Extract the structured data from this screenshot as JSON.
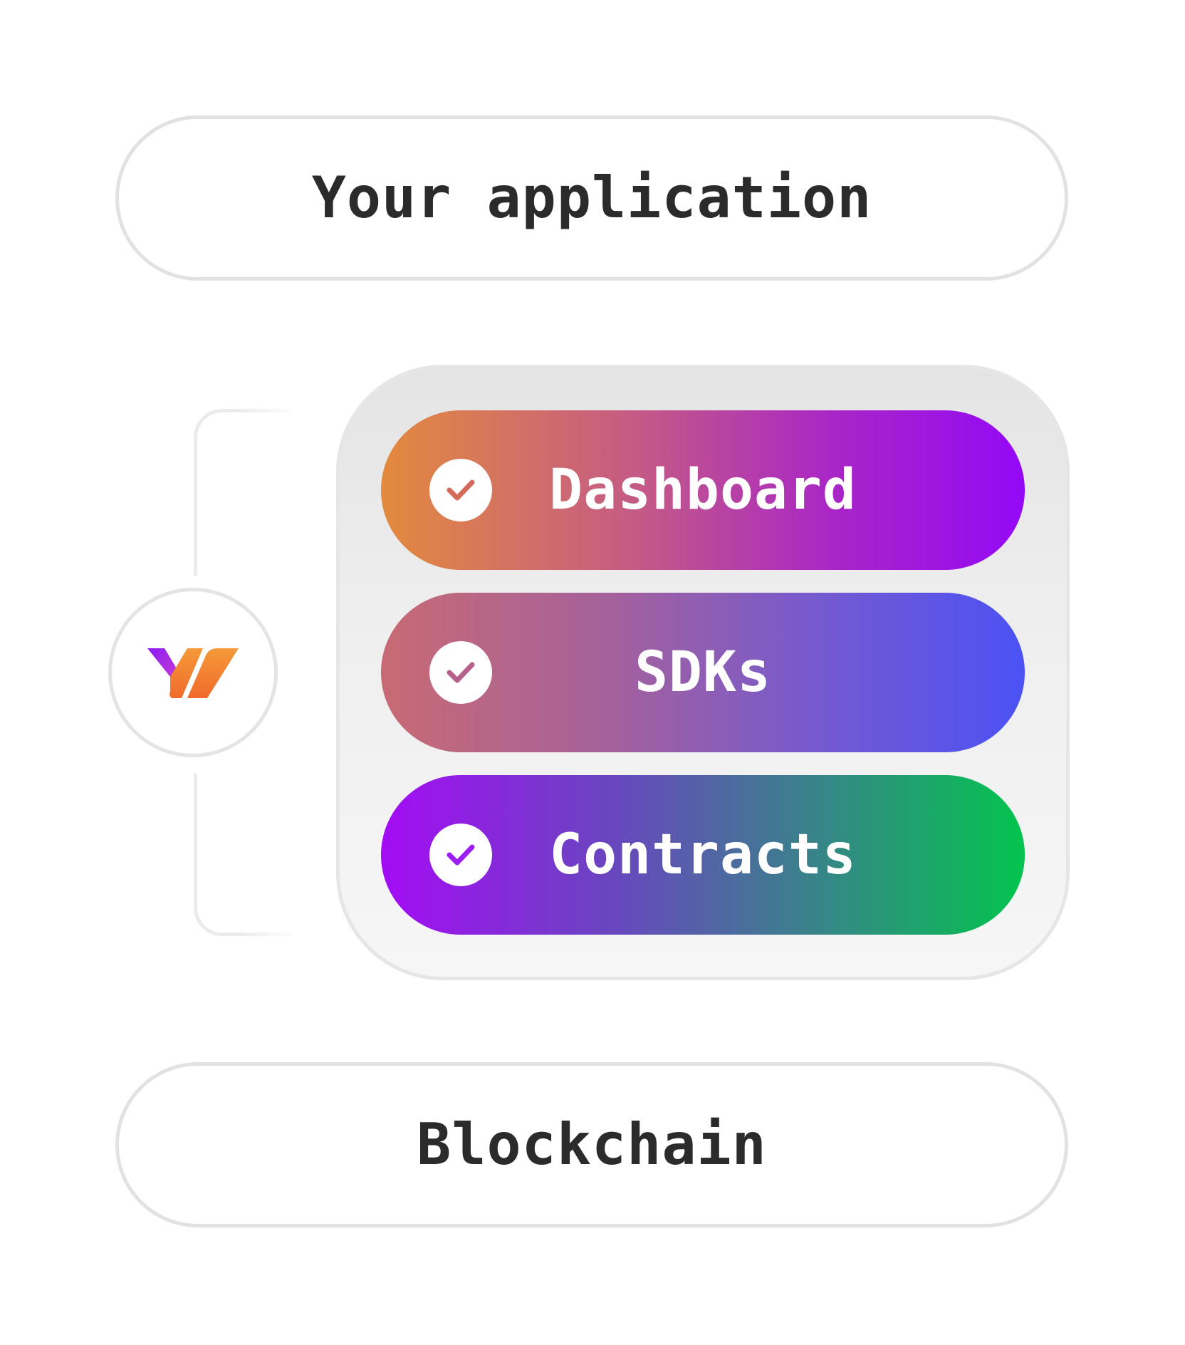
{
  "layers": {
    "top_label": "Your application",
    "bottom_label": "Blockchain"
  },
  "logo": {
    "icon": "w-logo-icon",
    "colors": [
      "#9b1ff0",
      "#f37a2b"
    ]
  },
  "components": [
    {
      "label": "Dashboard",
      "icon": "check-icon",
      "check_color": "#d36a5a"
    },
    {
      "label": "SDKs",
      "icon": "check-icon",
      "check_color": "#b5618a"
    },
    {
      "label": "Contracts",
      "icon": "check-icon",
      "check_color": "#9d1ef2"
    }
  ]
}
